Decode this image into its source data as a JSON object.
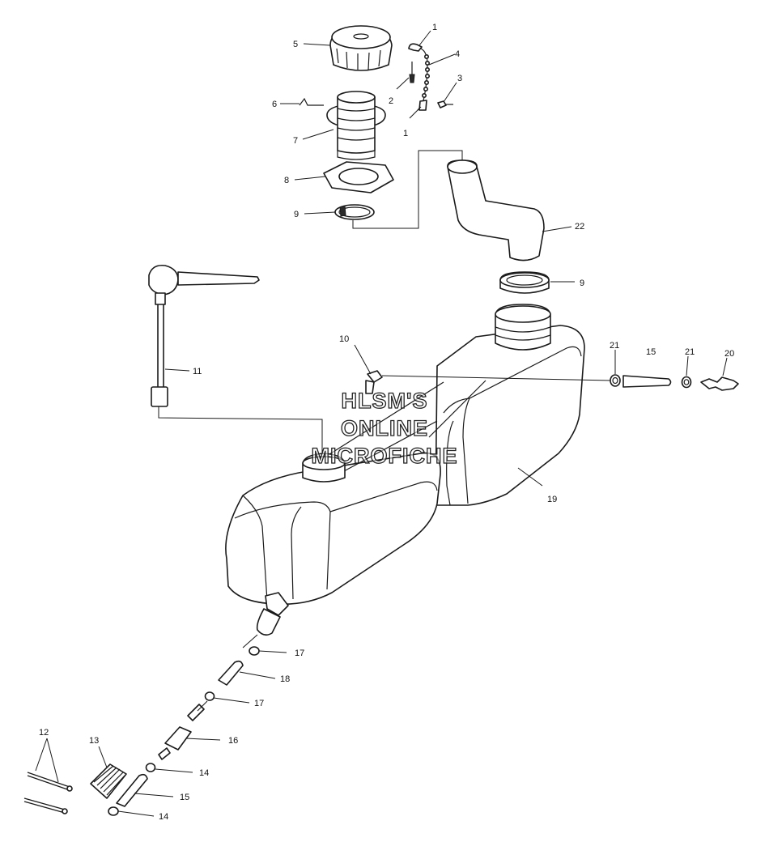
{
  "watermark": {
    "line1": "HLSM'S",
    "line2": "ONLINE",
    "line3": "MICROFICHE"
  },
  "callouts": {
    "c1a": "1",
    "c1b": "1",
    "c2": "2",
    "c3": "3",
    "c4": "4",
    "c5": "5",
    "c6": "6",
    "c7": "7",
    "c8": "8",
    "c9a": "9",
    "c9b": "9",
    "c10": "10",
    "c11": "11",
    "c12": "12",
    "c13": "13",
    "c14a": "14",
    "c14b": "14",
    "c15a": "15",
    "c15b": "15",
    "c16": "16",
    "c17a": "17",
    "c17b": "17",
    "c18": "18",
    "c19": "19",
    "c20": "20",
    "c21a": "21",
    "c21b": "21",
    "c22": "22"
  }
}
